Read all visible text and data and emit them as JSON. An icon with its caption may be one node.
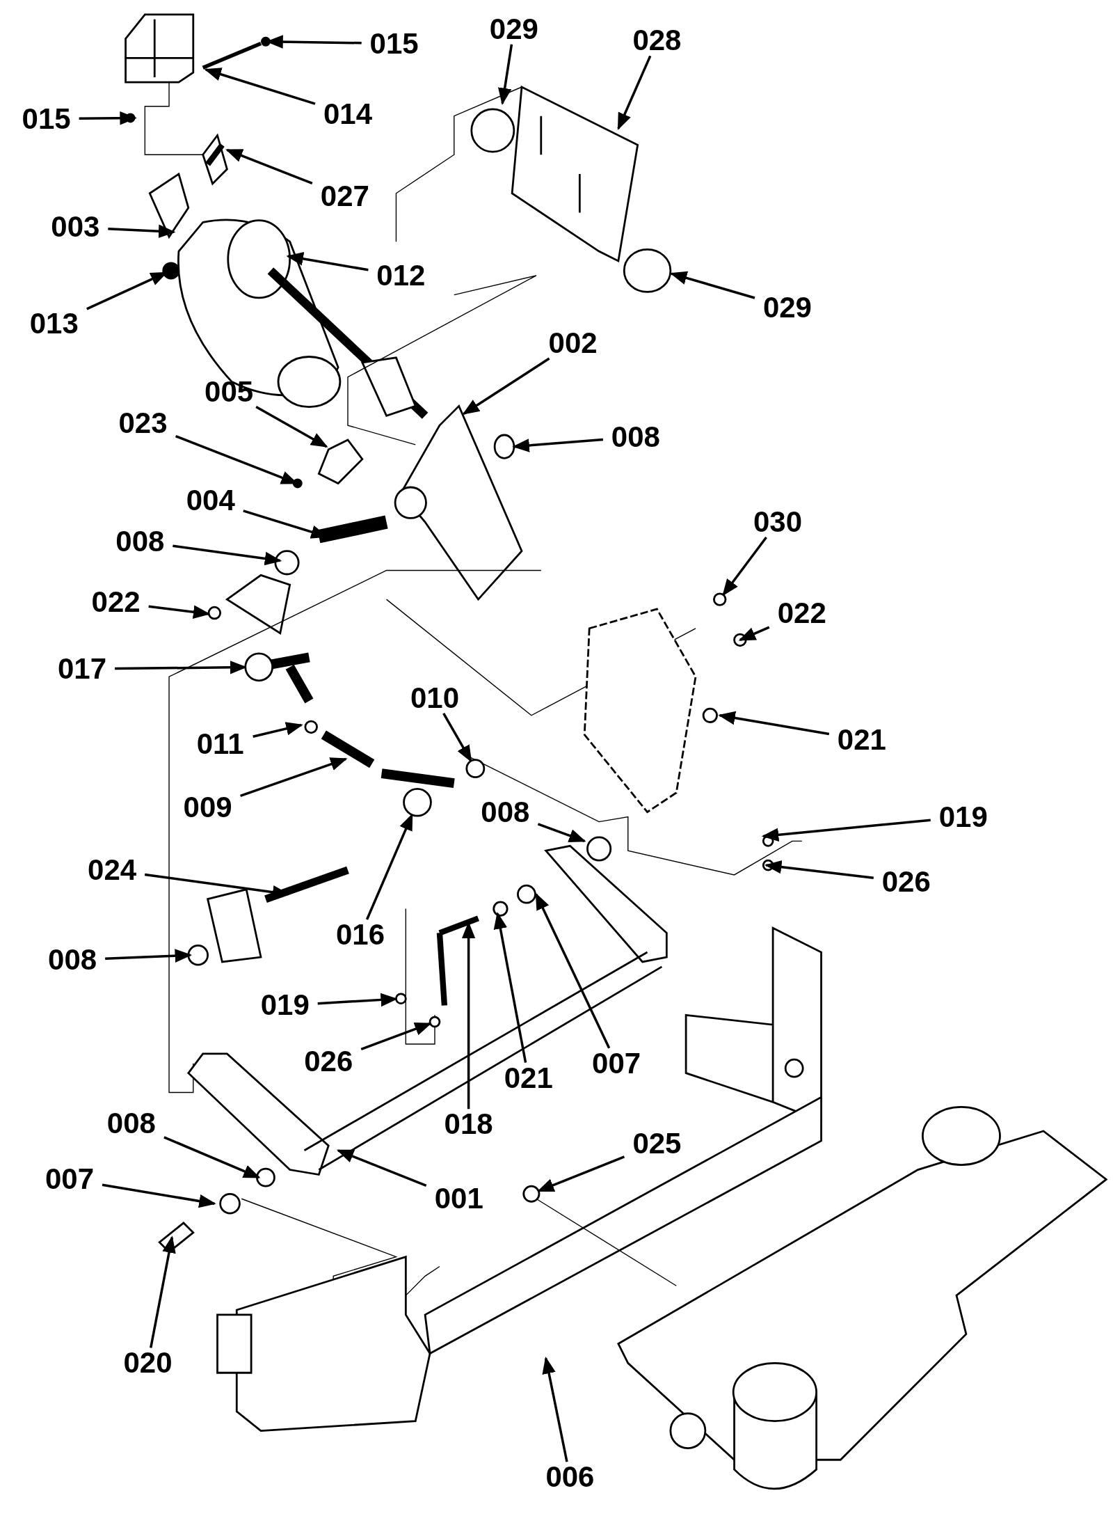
{
  "diagram": {
    "nodes": [
      {
        "text": [
          "015"
        ]
      },
      {
        "text": [
          "015"
        ]
      },
      {
        "text": [
          "014"
        ]
      },
      {
        "text": [
          "029"
        ]
      },
      {
        "text": [
          "028"
        ]
      },
      {
        "text": [
          "027"
        ]
      },
      {
        "text": [
          "003"
        ]
      },
      {
        "text": [
          "012"
        ]
      },
      {
        "text": [
          "013"
        ]
      },
      {
        "text": [
          "029"
        ]
      },
      {
        "text": [
          "002"
        ]
      },
      {
        "text": [
          "005"
        ]
      },
      {
        "text": [
          "023"
        ]
      },
      {
        "text": [
          "008"
        ]
      },
      {
        "text": [
          "004"
        ]
      },
      {
        "text": [
          "008"
        ]
      },
      {
        "text": [
          "030"
        ]
      },
      {
        "text": [
          "022"
        ]
      },
      {
        "text": [
          "022"
        ]
      },
      {
        "text": [
          "017"
        ]
      },
      {
        "text": [
          "010"
        ]
      },
      {
        "text": [
          "011"
        ]
      },
      {
        "text": [
          "021"
        ]
      },
      {
        "text": [
          "009"
        ]
      },
      {
        "text": [
          "008"
        ]
      },
      {
        "text": [
          "019"
        ]
      },
      {
        "text": [
          "026"
        ]
      },
      {
        "text": [
          "024"
        ]
      },
      {
        "text": [
          "016"
        ]
      },
      {
        "text": [
          "008"
        ]
      },
      {
        "text": [
          "019"
        ]
      },
      {
        "text": [
          "026"
        ]
      },
      {
        "text": [
          "007"
        ]
      },
      {
        "text": [
          "021"
        ]
      },
      {
        "text": [
          "018"
        ]
      },
      {
        "text": [
          "008"
        ]
      },
      {
        "text": [
          "001"
        ]
      },
      {
        "text": [
          "025"
        ]
      },
      {
        "text": [
          "007"
        ]
      },
      {
        "text": [
          "020"
        ]
      },
      {
        "text": [
          "006"
        ]
      },
      {
        "text": [],
        "shape": "circle"
      },
      {
        "text": [],
        "shape": "circle"
      },
      {
        "text": [],
        "shape": "circle"
      },
      {
        "text": [],
        "shape": "circle"
      },
      {
        "text": [],
        "shape": "circle"
      },
      {
        "text": [],
        "shape": "circle"
      },
      {
        "text": [],
        "shape": "circle"
      }
    ],
    "edges": [
      {
        "from": 0,
        "to": null,
        "arrow": "to"
      },
      {
        "from": 1,
        "to": null,
        "arrow": "to"
      },
      {
        "from": 2,
        "to": null,
        "arrow": "to"
      },
      {
        "from": 3,
        "to": null,
        "arrow": "to"
      },
      {
        "from": 4,
        "to": null,
        "arrow": "to"
      },
      {
        "from": 5,
        "to": null,
        "arrow": "to"
      },
      {
        "from": 6,
        "to": null,
        "arrow": "to"
      },
      {
        "from": 7,
        "to": null,
        "arrow": "to"
      },
      {
        "from": 8,
        "to": null,
        "arrow": "to"
      },
      {
        "from": 9,
        "to": null,
        "arrow": "to"
      },
      {
        "from": 10,
        "to": null,
        "arrow": "to"
      },
      {
        "from": 11,
        "to": null,
        "arrow": "to"
      },
      {
        "from": 12,
        "to": null,
        "arrow": "to"
      },
      {
        "from": 13,
        "to": null,
        "arrow": "to"
      },
      {
        "from": 14,
        "to": null,
        "arrow": "to"
      },
      {
        "from": 15,
        "to": null,
        "arrow": "to"
      },
      {
        "from": 16,
        "to": 41,
        "arrow": "to"
      },
      {
        "from": 17,
        "to": null,
        "arrow": "to"
      },
      {
        "from": 18,
        "to": null,
        "arrow": "to"
      },
      {
        "from": 19,
        "to": 42,
        "arrow": "to"
      },
      {
        "from": 20,
        "to": 43,
        "arrow": "to"
      },
      {
        "from": 21,
        "to": null,
        "arrow": "to"
      },
      {
        "from": 22,
        "to": null,
        "arrow": "to"
      },
      {
        "from": 23,
        "to": null,
        "arrow": "to"
      },
      {
        "from": 24,
        "to": null,
        "arrow": "to"
      },
      {
        "from": 25,
        "to": null,
        "arrow": "to"
      },
      {
        "from": 26,
        "to": null,
        "arrow": "to"
      },
      {
        "from": 27,
        "to": null,
        "arrow": "to"
      },
      {
        "from": 28,
        "to": 44,
        "arrow": "to"
      },
      {
        "from": 29,
        "to": null,
        "arrow": "to"
      },
      {
        "from": 30,
        "to": 45,
        "arrow": "to"
      },
      {
        "from": 31,
        "to": 47,
        "arrow": "to"
      },
      {
        "from": 32,
        "to": null,
        "arrow": "to"
      },
      {
        "from": 33,
        "to": null,
        "arrow": "to"
      },
      {
        "from": 34,
        "to": null,
        "arrow": "to"
      },
      {
        "from": 35,
        "to": null,
        "arrow": "to"
      },
      {
        "from": 36,
        "to": null,
        "arrow": "to"
      },
      {
        "from": 37,
        "to": 46,
        "arrow": "to"
      },
      {
        "from": 38,
        "to": null,
        "arrow": "to"
      },
      {
        "from": 39,
        "to": null,
        "arrow": "to"
      },
      {
        "from": 40,
        "to": null,
        "arrow": "to"
      }
    ]
  }
}
